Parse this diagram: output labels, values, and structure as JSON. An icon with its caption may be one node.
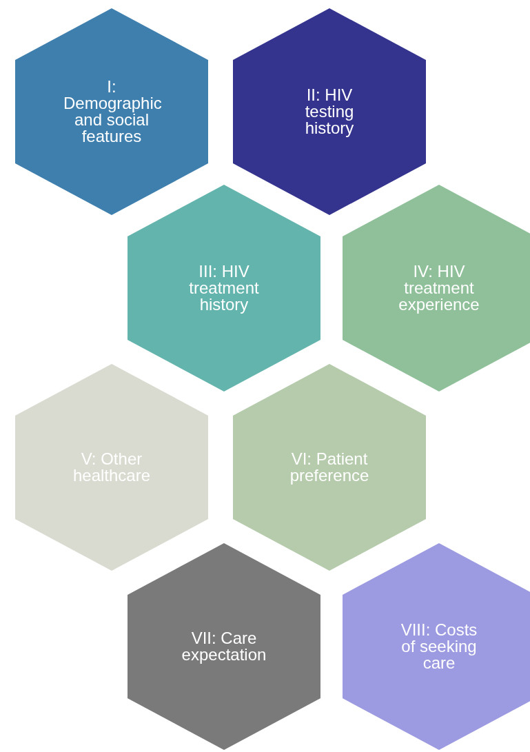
{
  "diagram": {
    "nodes": [
      {
        "text": [
          "I: Demographic and social features"
        ]
      },
      {
        "text": [
          "II: HIV testing history"
        ]
      },
      {
        "text": [
          "III: HIV treatment history"
        ]
      },
      {
        "text": [
          "IV: HIV treatment experience"
        ]
      },
      {
        "text": [
          "V: Other healthcare"
        ]
      },
      {
        "text": [
          "VI: Patient preference"
        ]
      },
      {
        "text": [
          "VII: Care expectation"
        ]
      },
      {
        "text": [
          "VIII: Costs of seeking care"
        ]
      }
    ]
  }
}
